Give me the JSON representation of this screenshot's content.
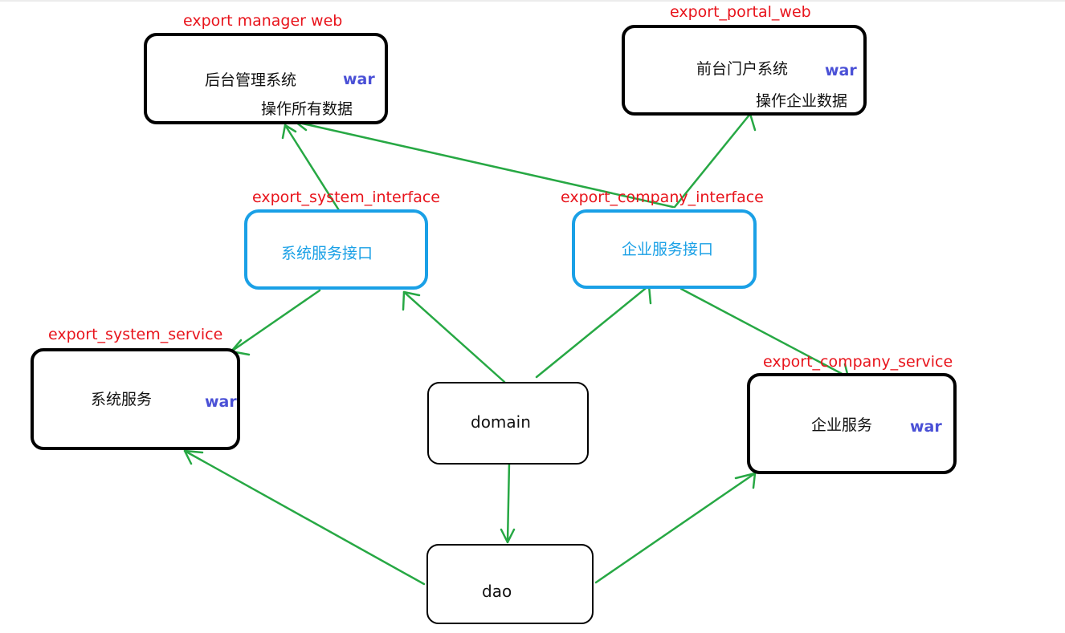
{
  "nodes": {
    "manager_web": {
      "module": "export  manager  web",
      "title": "后台管理系统",
      "desc": "操作所有数据",
      "packaging": "war"
    },
    "portal_web": {
      "module": "export_portal_web",
      "title": "前台门户系统",
      "desc": "操作企业数据",
      "packaging": "war"
    },
    "system_interface": {
      "module": "export_system_interface",
      "title": "系统服务接口"
    },
    "company_interface": {
      "module": "export_company_interface",
      "title": "企业服务接口"
    },
    "system_service": {
      "module": "export_system_service",
      "title": "系统服务",
      "packaging": "war"
    },
    "company_service": {
      "module": "export_company_service",
      "title": "企业服务",
      "packaging": "war"
    },
    "domain": {
      "title": "domain"
    },
    "dao": {
      "title": "dao"
    }
  },
  "edges": [
    {
      "from": "system_interface",
      "to": "manager_web"
    },
    {
      "from": "company_interface",
      "to": "manager_web"
    },
    {
      "from": "company_interface",
      "to": "portal_web"
    },
    {
      "from": "system_interface",
      "to": "system_service"
    },
    {
      "from": "company_interface",
      "to": "company_service"
    },
    {
      "from": "domain",
      "to": "system_interface"
    },
    {
      "from": "domain",
      "to": "company_interface"
    },
    {
      "from": "domain",
      "to": "dao"
    },
    {
      "from": "dao",
      "to": "system_service"
    },
    {
      "from": "dao",
      "to": "company_service"
    }
  ],
  "colors": {
    "module_label": "#e8141c",
    "arrow": "#27a844",
    "interface_border": "#1aa0e6",
    "war_label": "#4a50d6",
    "box_border": "#000000"
  }
}
